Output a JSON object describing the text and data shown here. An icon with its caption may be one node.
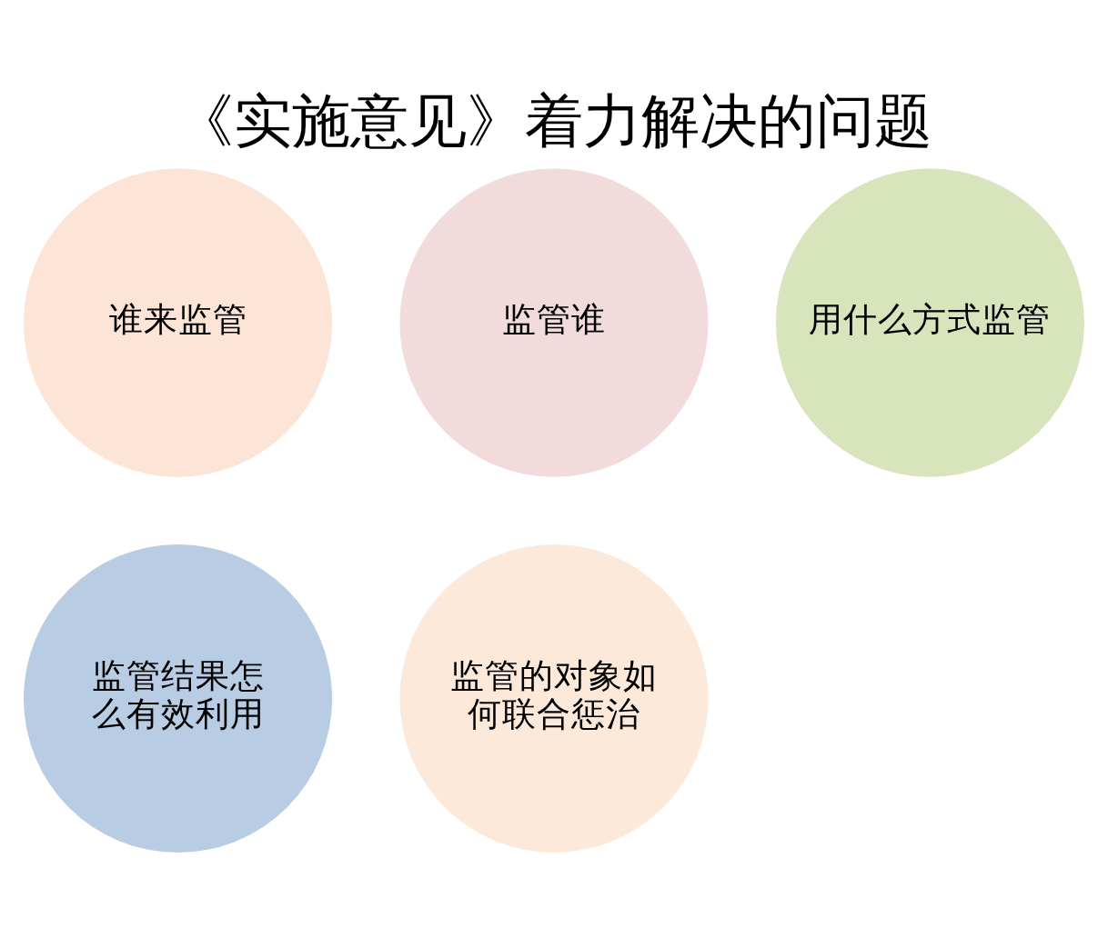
{
  "diagram": {
    "title": "《实施意见》着力解决的问题",
    "nodes": [
      {
        "text": [
          "谁来监管"
        ]
      },
      {
        "text": [
          "监管谁"
        ]
      },
      {
        "text": [
          "用什么方式监管"
        ]
      },
      {
        "text": [
          "监管结果怎么有效利用"
        ]
      },
      {
        "text": [
          "监管的对象如何联合惩治"
        ]
      }
    ],
    "edges": []
  }
}
